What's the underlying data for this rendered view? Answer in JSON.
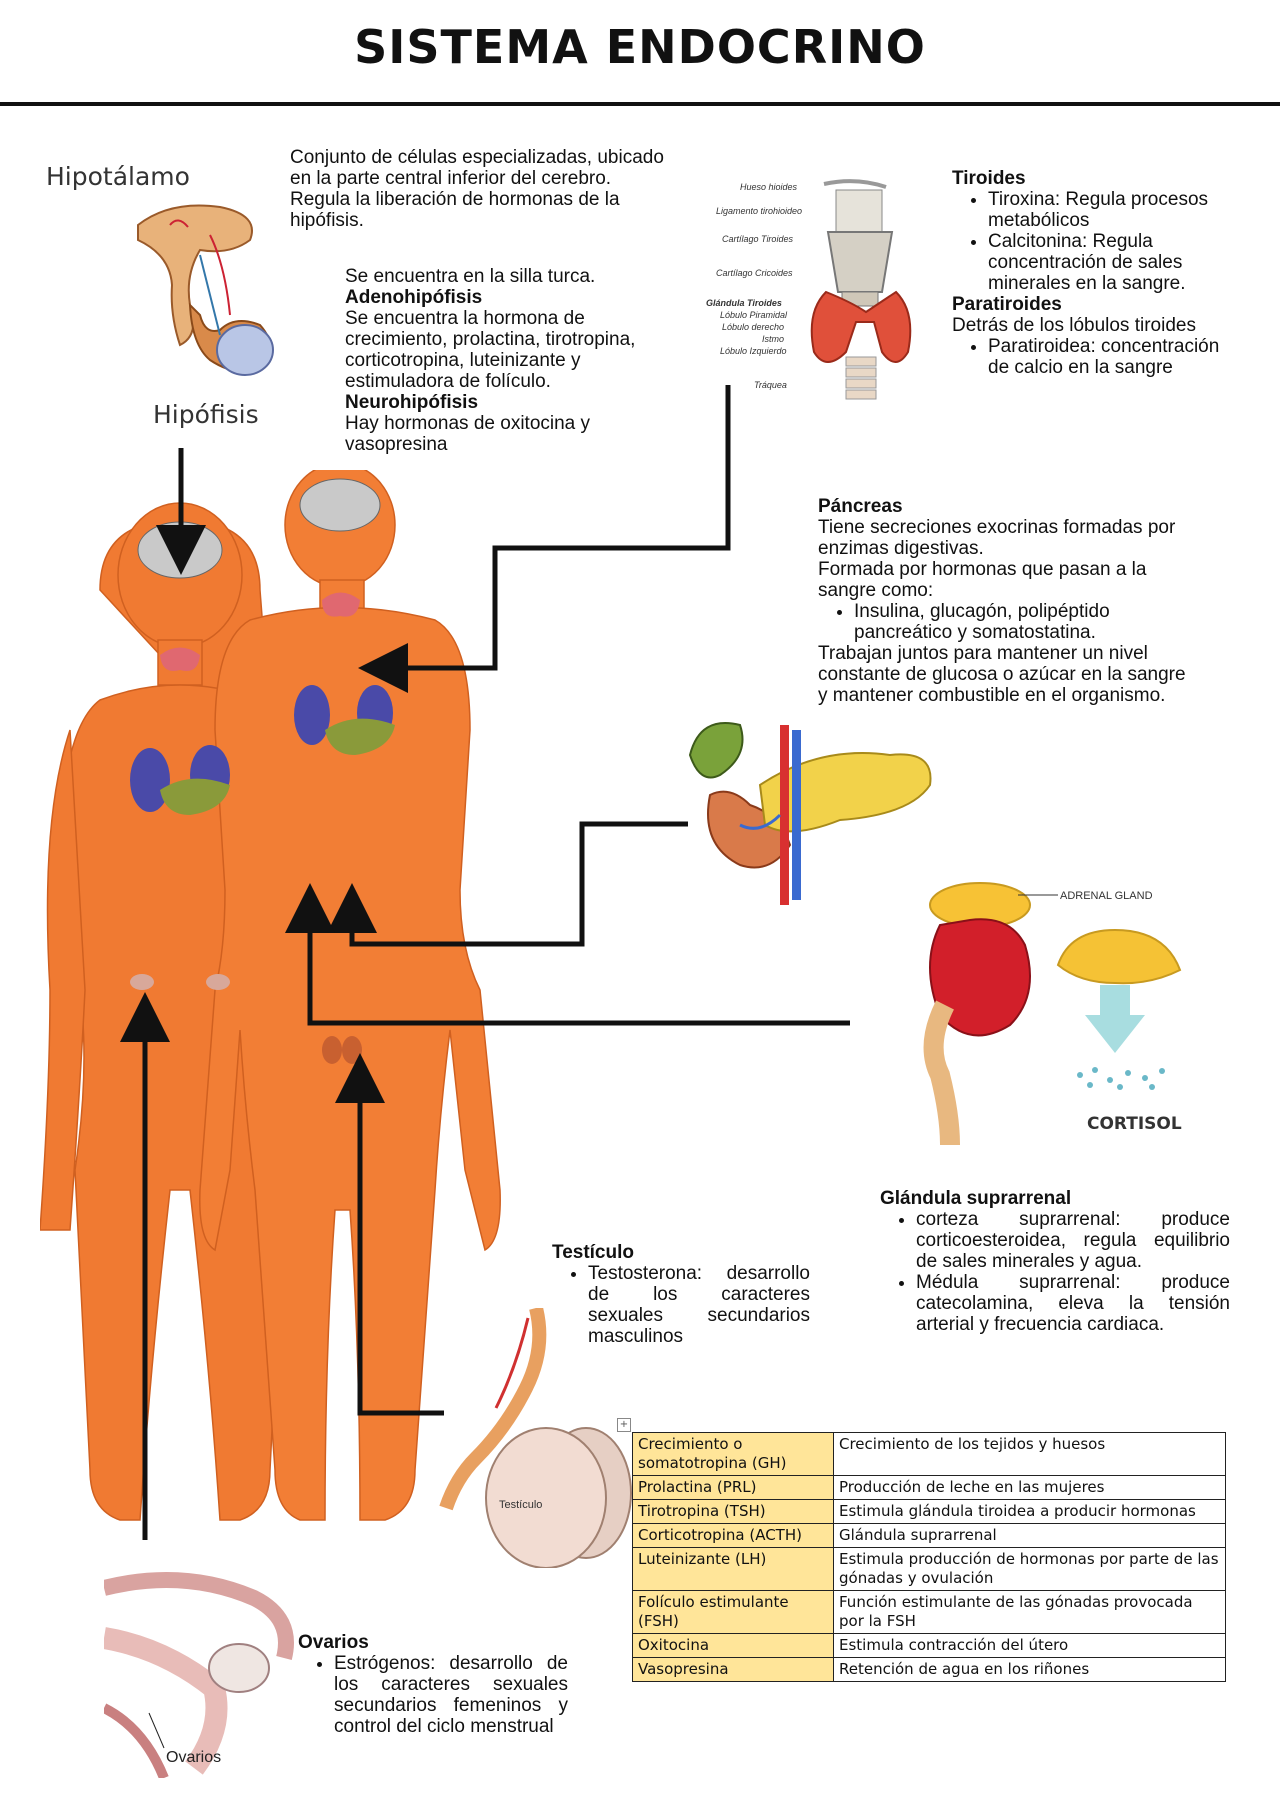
{
  "title": "SISTEMA ENDOCRINO",
  "hipotalamo": {
    "label": "Hipotálamo",
    "desc1": "Conjunto de células especializadas, ubicado en la parte central inferior del cerebro.",
    "desc2": "Regula la liberación de hormonas de la hipófisis."
  },
  "hipofisis": {
    "label": "Hipófisis",
    "location": "Se encuentra en la silla turca.",
    "adeno_title": "Adenohipófisis",
    "adeno_text": "Se encuentra la hormona de crecimiento, prolactina, tirotropina, corticotropina, luteinizante y estimuladora de folículo.",
    "neuro_title": "Neurohipófisis",
    "neuro_text": "Hay hormonas de oxitocina y vasopresina"
  },
  "thyroid_image": {
    "labels": [
      "Hueso hioides",
      "Ligamento tirohioideo",
      "Cartílago Tiroides",
      "Cartílago Cricoides",
      "Glándula Tiroides",
      "Lóbulo Piramidal",
      "Lóbulo derecho",
      "Istmo",
      "Lóbulo Izquierdo",
      "Tráquea"
    ]
  },
  "tiroides": {
    "title": "Tiroides",
    "items": [
      "Tiroxina: Regula procesos metabólicos",
      "Calcitonina: Regula concentración de sales minerales en la sangre."
    ]
  },
  "paratiroides": {
    "title": "Paratiroides",
    "text": "Detrás de los lóbulos tiroides",
    "items": [
      "Paratiroidea: concentración de calcio en la sangre"
    ]
  },
  "pancreas": {
    "title": "Páncreas",
    "p1": "Tiene secreciones exocrinas formadas por enzimas digestivas.",
    "p2": "Formada por hormonas que pasan a la sangre como:",
    "items": [
      "Insulina, glucagón, polipéptido pancreático y somatostatina."
    ],
    "p3": "Trabajan juntos para mantener un nivel constante de glucosa o azúcar en la sangre y mantener combustible en el organismo."
  },
  "adrenal_image": {
    "gland_label": "ADRENAL GLAND",
    "cortisol_label": "CORTISOL"
  },
  "suprarrenal": {
    "title": "Glándula suprarrenal",
    "items": [
      "corteza suprarrenal: produce corticoesteroidea, regula equilibrio de sales minerales y agua.",
      "Médula suprarrenal: produce catecolamina, eleva la tensión arterial y frecuencia cardiaca."
    ]
  },
  "testiculo": {
    "title": "Testículo",
    "items": [
      "Testosterona: desarrollo de los caracteres sexuales secundarios masculinos"
    ],
    "image_label": "Testículo"
  },
  "ovarios": {
    "title": "Ovarios",
    "items": [
      "Estrógenos: desarrollo de los caracteres sexuales secundarios femeninos y control del ciclo menstrual"
    ],
    "image_label": "Ovarios"
  },
  "hormone_table": [
    {
      "hormone": "Crecimiento o somatotropina (GH)",
      "function": "Crecimiento de los tejidos y huesos"
    },
    {
      "hormone": "Prolactina (PRL)",
      "function": "Producción de leche en las mujeres"
    },
    {
      "hormone": "Tirotropina (TSH)",
      "function": "Estimula glándula tiroidea a producir hormonas"
    },
    {
      "hormone": "Corticotropina (ACTH)",
      "function": "Glándula suprarrenal"
    },
    {
      "hormone": "Luteinizante (LH)",
      "function": "Estimula producción de hormonas por parte de las gónadas y ovulación"
    },
    {
      "hormone": "Folículo estimulante (FSH)",
      "function": "Función estimulante de las gónadas provocada por la FSH"
    },
    {
      "hormone": "Oxitocina",
      "function": "Estimula contracción del útero"
    },
    {
      "hormone": "Vasopresina",
      "function": "Retención de agua en los riñones"
    }
  ],
  "colors": {
    "body": "#f07a32",
    "table_key": "#ffe599",
    "arrow": "#111111"
  }
}
